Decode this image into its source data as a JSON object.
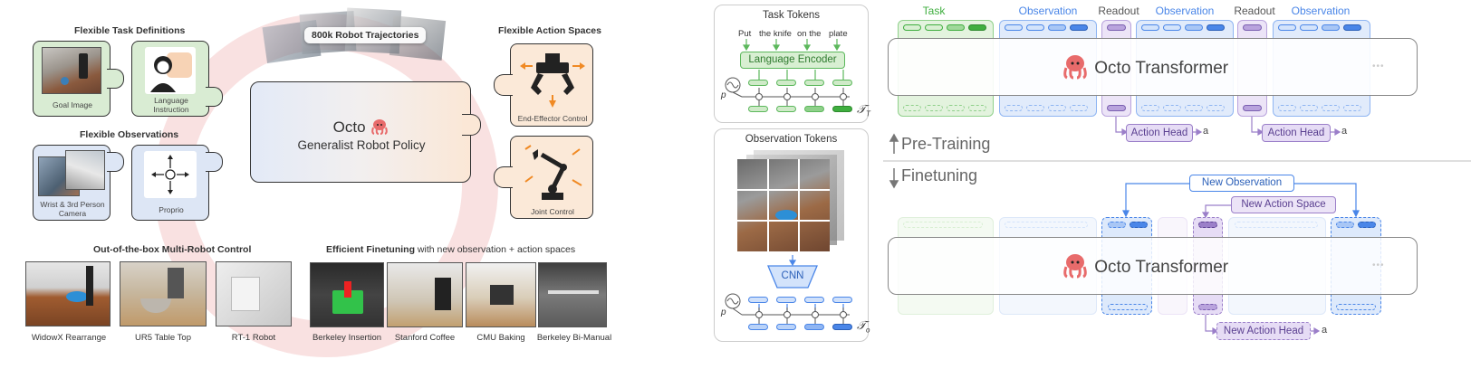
{
  "left": {
    "task_defs_title": "Flexible Task Definitions",
    "goal_image_label": "Goal Image",
    "language_label_1": "Language",
    "language_label_2": "Instruction",
    "observations_title": "Flexible Observations",
    "wrist_label_1": "Wrist & 3rd Person",
    "wrist_label_2": "Camera",
    "proprio_label": "Proprio",
    "trajectories": "800k Robot Trajectories",
    "octo_name": "Octo",
    "policy_name": "Generalist Robot Policy",
    "action_spaces_title": "Flexible Action Spaces",
    "ee_control": "End-Effector Control",
    "joint_control": "Joint Control",
    "multi_robot_title": "Out-of-the-box Multi-Robot Control",
    "finetune_title": "Efficient Finetuning",
    "finetune_sub": "with new observation + action spaces",
    "robots": [
      "WidowX Rearrange",
      "UR5 Table Top",
      "RT-1 Robot"
    ],
    "finetune_tasks": [
      "Berkeley Insertion",
      "Stanford Coffee",
      "CMU Baking",
      "Berkeley Bi-Manual"
    ]
  },
  "middle": {
    "task_tokens_title": "Task Tokens",
    "words": [
      "Put",
      "the knife",
      "on the",
      "plate"
    ],
    "language_encoder": "Language Encoder",
    "p_symbol": "p",
    "tau_t": "𝒯",
    "tau_t_sub": "T",
    "obs_tokens_title": "Observation Tokens",
    "cnn": "CNN",
    "tau_o": "𝒯",
    "tau_o_sub": "o"
  },
  "right": {
    "col_headers": [
      "Task",
      "Observation",
      "Readout",
      "Observation",
      "Readout",
      "Observation"
    ],
    "transformer_label": "Octo Transformer",
    "action_head": "Action Head",
    "action_out": "a",
    "pretraining": "Pre-Training",
    "finetuning": "Finetuning",
    "new_observation": "New Observation",
    "new_action_space": "New Action Space",
    "new_action_head": "New Action Head",
    "ellipsis": "•••"
  },
  "colors": {
    "green": "#5cb85c",
    "blue": "#4a86e8",
    "purple": "#9b7fc9",
    "orange": "#f08a24"
  }
}
